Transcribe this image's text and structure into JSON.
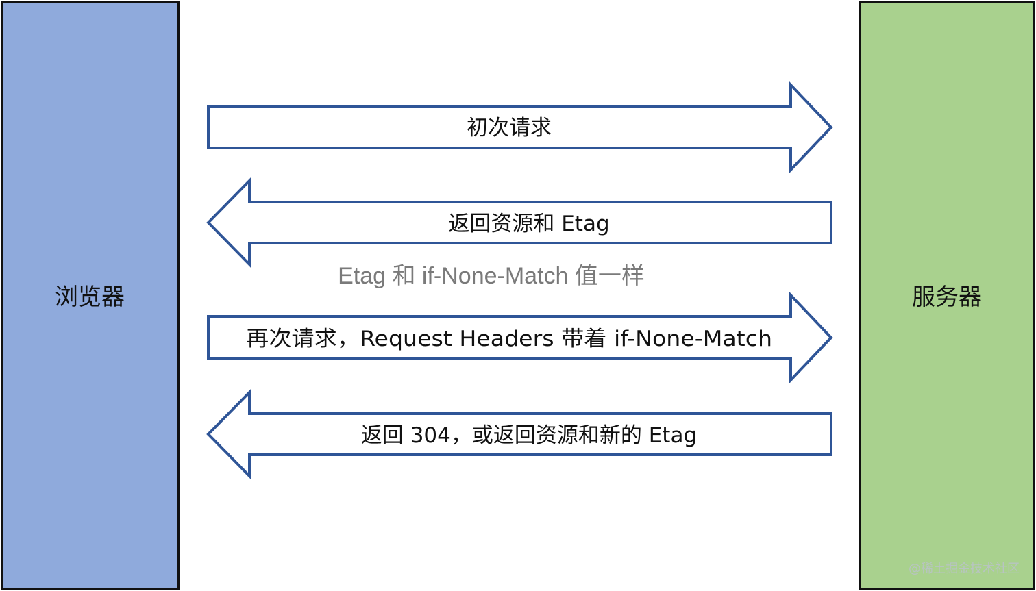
{
  "participants": {
    "browser": {
      "label": "浏览器",
      "fill": "#8faadc"
    },
    "server": {
      "label": "服务器",
      "fill": "#a9d18e"
    }
  },
  "arrows": [
    {
      "direction": "right",
      "label": "初次请求"
    },
    {
      "direction": "left",
      "label": "返回资源和 Etag"
    },
    {
      "direction": "right",
      "label": "再次请求，Request Headers 带着 if-None-Match"
    },
    {
      "direction": "left",
      "label": "返回 304，或返回资源和新的 Etag"
    }
  ],
  "note": "Etag 和 if-None-Match 值一样",
  "watermark": "@稀土掘金技术社区",
  "colors": {
    "arrow_stroke": "#2f5597",
    "box_stroke": "#111111",
    "note_text": "#7a7a7a"
  }
}
